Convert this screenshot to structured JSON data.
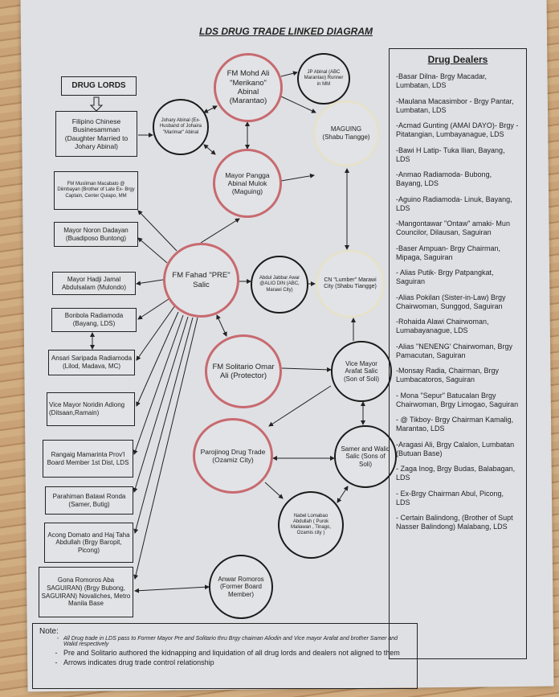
{
  "title": "LDS DRUG TRADE LINKED DIAGRAM",
  "drug_lords_label": "DRUG LORDS",
  "boxes": {
    "filipino_chinese": "Filipino Chinese Businesamman (Daughter Married to Johary Abinal)",
    "muslimen": "FM Musliman Macabato @ Diimbayan (Brother of Late Ex- Brgy Captain, Center Quiapo, MM",
    "noron": "Mayor Noron Dadayan (Buadiposo Buntong)",
    "hadji": "Mayor Hadji Jamal Abdulsalam (Mulondo)",
    "bonbola": "Bonbola Radiamoda (Bayang, LDS)",
    "ansari": "Ansari Saripada Radiamoda (Lilod, Madava, MC)",
    "noridin": "Vice Mayor Noridin Adiong (Ditsaan,Ramain)",
    "rangaig": "Rangaig Mamarinta Prov'l Board Member 1st Dist, LDS",
    "parahiman": "Parahiman Batawi Ronda (Samer, Butig)",
    "acong": "Acong Domato and Haj Taha Abdullah (Brgy Baropit, Picong)",
    "gona": "Gona Romoros Aba SAGUIRAN) (Brgy Bubong, SAGUIRAN) Novaliches, Metro Manila Base"
  },
  "circles": {
    "johary": "Johary Abinal (Ex- Husband of Johaira \"Marimar\" Abinal",
    "mohd": "FM Mohd Ali \"Merikano\" Abinal (Marantao)",
    "jp": "JP Abinal (ABC Marantao) Runner in MM",
    "maguing": "MAGUING (Shabu Tiangge)",
    "pangga": "Mayor Pangga Abinal Mulok (Maguing)",
    "fahad": "FM Fahad \"PRE\" Salic",
    "abdul": "Abdul Jabbar Awar @ALIO DIN (ABC, Marawi City)",
    "lumber": "CN \"Lumber\" Marawi City (Shabu Tiangge)",
    "solitario": "FM Solitario Omar Ali (Protector)",
    "arafat": "Vice Mayor Arafat Salic (Son of Soli)",
    "parojinog": "Parojinog Drug Trade (Ozamiz City)",
    "samer": "Samer and Walid Salic (Sons of Soli)",
    "nabel": "Nabel Lomabao Abdullah ( Purok Maliawan , Tinago, Ozamis city )",
    "anwar": "Anwar Romoros (Former Board Member)"
  },
  "dealers": {
    "heading": "Drug Dealers",
    "items": [
      "-Basar Dilna- Brgy Macadar, Lumbatan, LDS",
      "-Maulana Macasimbor - Brgy Pantar, Lumbatan, LDS",
      "-Acmad Gunting (AMAI DAYO)- Brgy -Pitatangian, Lumbayanague, LDS",
      "-Bawi H Latip- Tuka Ilian, Bayang, LDS",
      "-Anmao Radiamoda- Bubong, Bayang, LDS",
      "-Aguino Radiamoda- Linuk, Bayang, LDS",
      "-Mangontawar \"Ontaw\" amaki- Mun Councilor, Dilausan, Saguiran",
      "-Baser Ampuan- Brgy Chairman, Mipaga, Saguiran",
      "- Alias Putik- Brgy Patpangkat, Saguiran",
      "-Alias Pokilan (Sister-in-Law) Brgy Chairwoman, Sunggod, Saguiran",
      "-Rohaida Alawi Chairwoman, Lumabayanague, LDS",
      "-Alias \"NENENG' Chairwoman, Brgy Pamacutan, Saguiran",
      "-Monsay Radia, Chairman, Brgy Lumbacatoros, Saguiran",
      "- Mona \"Sepur\" Batucalan Brgy Chairwoman, Brgy Limogao, Saguiran",
      "- @ Tikboy- Brgy Chairman Kamalig, Marantao, LDS",
      "-Aragasi Ali, Brgy Calalon, Lumbatan (Butuan Base)",
      "- Zaga Inog, Brgy Budas, Balabagan, LDS",
      "- Ex-Brgy Chairman Abul, Picong, LDS",
      "- Certain Balindong, (Brother of Supt Nasser Balindong) Malabang, LDS"
    ]
  },
  "note": {
    "label": "Note:",
    "items": [
      "All Drug trade in LDS pass to Former Mayor Pre and Solitario thru Brgy chaiman Aliodin and Vice mayor Arafat and brother Samer and Walid respectively",
      "Pre and Solitario authored the kidnapping and liquidation of all drug lords and dealers not aligned to them",
      "Arrows indicates drug trade control relationship"
    ]
  },
  "colors": {
    "red_node": "#c76a6f",
    "yellow_node": "#e8e2bf",
    "paper": "#dfe0e4"
  }
}
